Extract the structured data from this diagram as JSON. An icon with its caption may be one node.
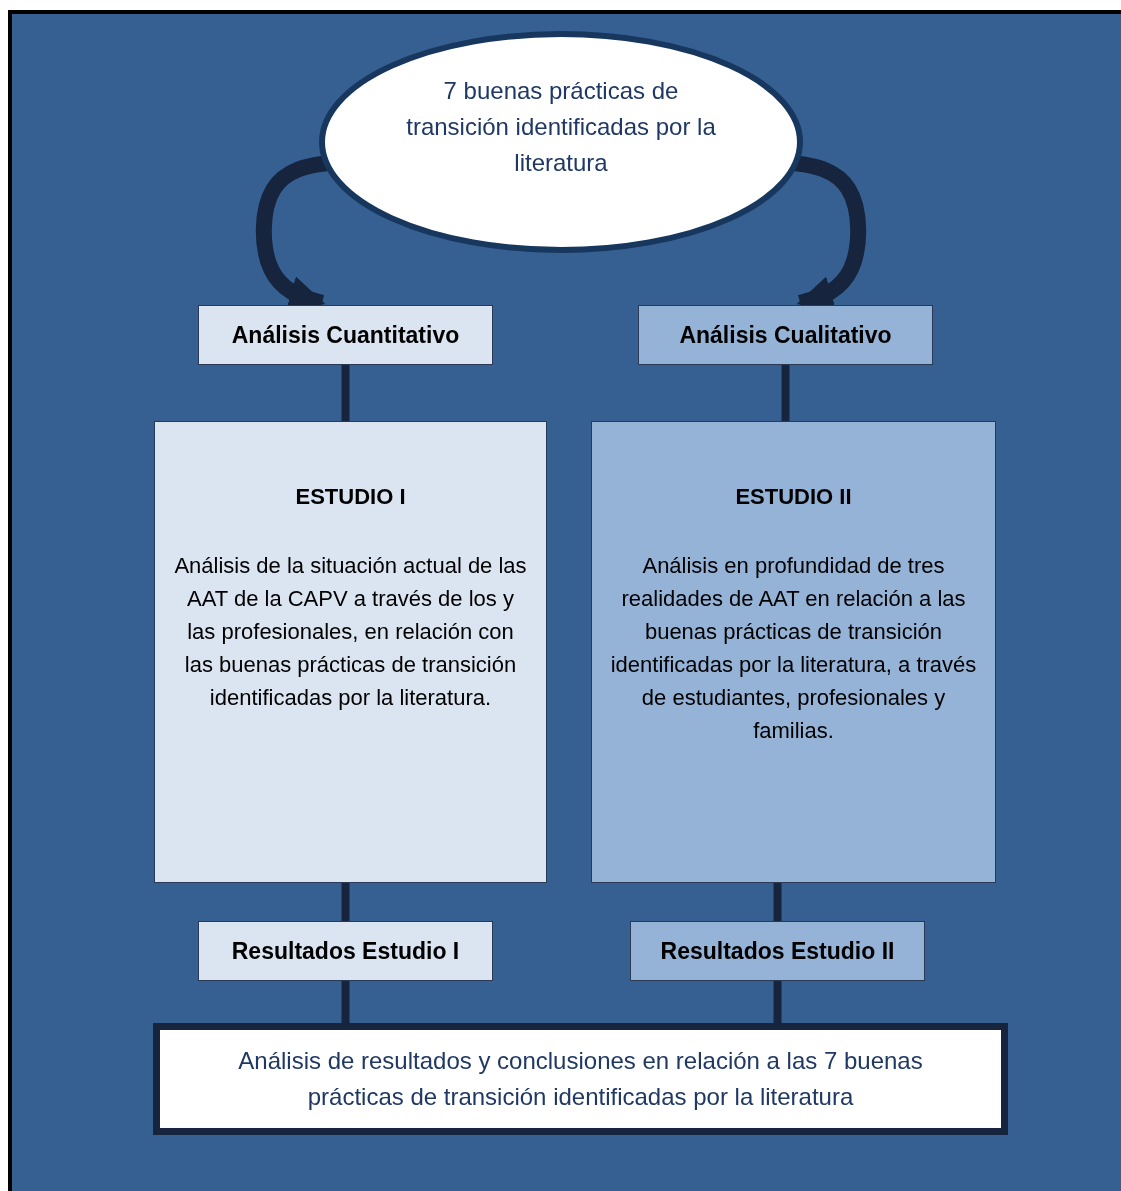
{
  "diagram": {
    "nodes": [
      {
        "text": [
          "7 buenas prácticas de transición identificadas por la literatura"
        ]
      },
      {
        "text": [
          "Análisis Cuantitativo"
        ]
      },
      {
        "text": [
          "Análisis Cualitativo"
        ]
      },
      {
        "text": [
          "ESTUDIO I",
          "Análisis de la situación actual de las AAT de la CAPV a través de los y las profesionales, en relación con las buenas prácticas de transición identificadas por la literatura."
        ]
      },
      {
        "text": [
          "ESTUDIO II",
          "Análisis en profundidad de tres realidades de AAT en relación a las buenas prácticas de transición identificadas por la literatura, a través de estudiantes, profesionales y familias."
        ]
      },
      {
        "text": [
          "Resultados Estudio I"
        ]
      },
      {
        "text": [
          "Resultados Estudio II"
        ]
      },
      {
        "text": [
          "Análisis de resultados y conclusiones en relación a las 7 buenas prácticas de transición identificadas por la literatura"
        ]
      }
    ],
    "edges": [
      {
        "from": 0,
        "to": 1,
        "arrow": "to",
        "style": "thick"
      },
      {
        "from": 0,
        "to": 2,
        "arrow": "to",
        "style": "thick"
      },
      {
        "from": 1,
        "to": 3,
        "arrow": "none"
      },
      {
        "from": 2,
        "to": 4,
        "arrow": "none"
      },
      {
        "from": 3,
        "to": 5,
        "arrow": "none"
      },
      {
        "from": 4,
        "to": 6,
        "arrow": "none"
      },
      {
        "from": 5,
        "to": 7,
        "arrow": "none"
      },
      {
        "from": 6,
        "to": 7,
        "arrow": "none"
      }
    ]
  }
}
